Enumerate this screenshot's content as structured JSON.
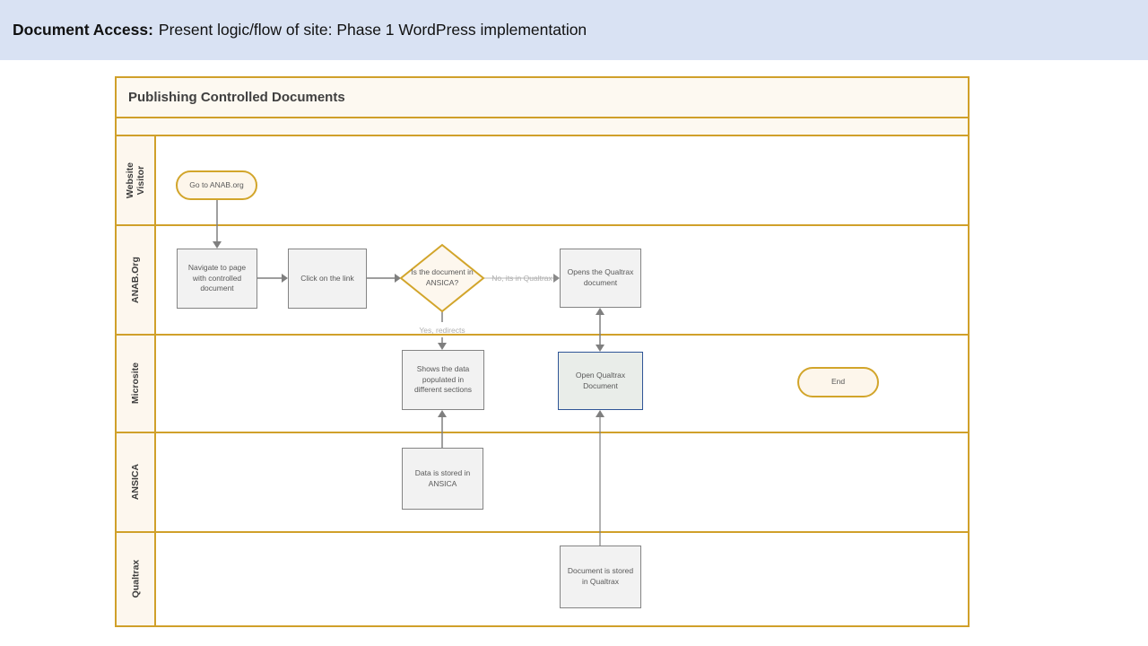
{
  "header": {
    "bold": "Document Access:",
    "rest": "Present logic/flow of site: Phase 1 WordPress implementation"
  },
  "diagram": {
    "title": "Publishing Controlled Documents",
    "lanes": [
      {
        "label": "Website Visitor"
      },
      {
        "label": "ANAB.Org"
      },
      {
        "label": "Microsite"
      },
      {
        "label": "ANSICA"
      },
      {
        "label": "Qualtrax"
      }
    ],
    "shapes": {
      "start": {
        "label": "Go to ANAB.org",
        "type": "start"
      },
      "navigate": {
        "label": "Navigate to page with controlled document",
        "type": "process"
      },
      "click": {
        "label": "Click on the link",
        "type": "process"
      },
      "decision": {
        "label": "Is the document in ANSICA?",
        "type": "decision"
      },
      "opens_qualtrax": {
        "label": "Opens the Qualtrax document",
        "type": "process"
      },
      "shows_data": {
        "label": "Shows the data populated in different sections",
        "type": "process"
      },
      "open_qualtrax_doc": {
        "label": "Open Qualtrax Document",
        "type": "process-highlight"
      },
      "end": {
        "label": "End",
        "type": "end"
      },
      "data_stored": {
        "label": "Data is stored in ANSICA",
        "type": "process"
      },
      "doc_stored": {
        "label": "Document is stored in Qualtrax",
        "type": "process"
      }
    },
    "connector_labels": {
      "no": "No, its in Qualtrax",
      "yes": "Yes, redirects"
    },
    "colors": {
      "header_bg": "#d9e2f3",
      "frame_gold": "#d0a02a",
      "band_cream": "#fdf9f1",
      "lane_label_cream": "#fdf7ee",
      "shape_gray_fill": "#f2f2f2",
      "shape_gray_border": "#848484",
      "shape_gold_fill": "#fdf6eb",
      "highlight_border_blue": "#2f5597",
      "highlight_fill": "#e9ede9",
      "connector_gray": "#7f7f7f",
      "label_gray": "#aeaeae"
    }
  }
}
